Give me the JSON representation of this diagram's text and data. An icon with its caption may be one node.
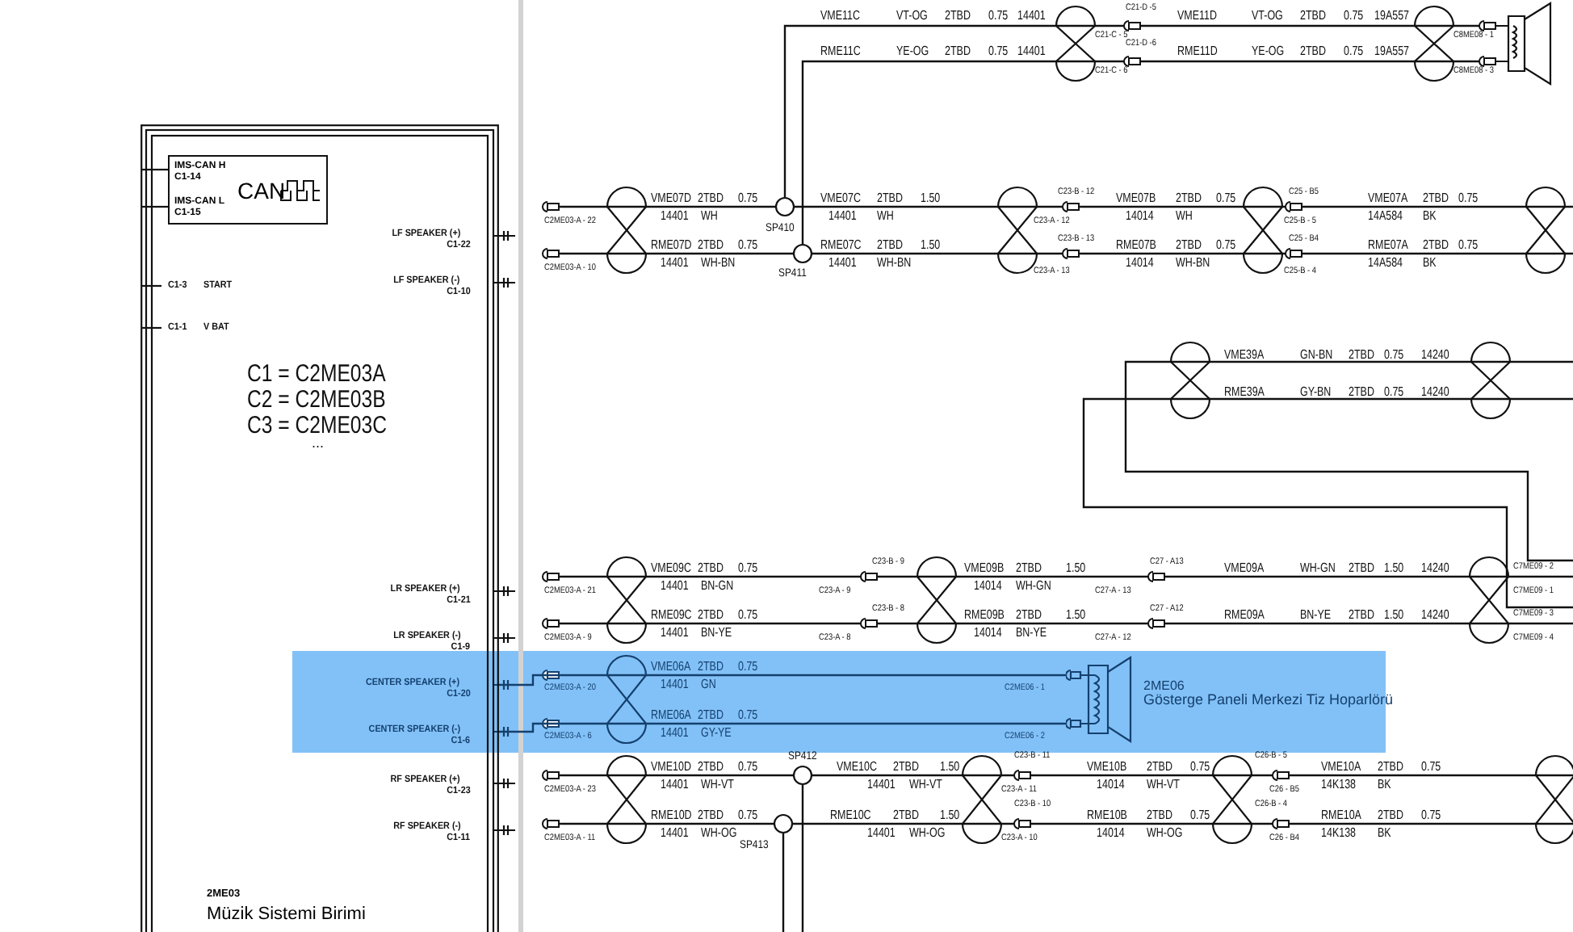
{
  "diagram": {
    "nodes": [
      {
        "text": [
          "2ME03",
          "Müzik Sistemi Birimi"
        ]
      },
      {
        "text": [
          "IMS-CAN H",
          "C1-14",
          "IMS-CAN L",
          "C1-15",
          "CAN"
        ],
        "in": 0
      },
      {
        "text": [
          "2ME06",
          "Gösterge Paneli Merkezi Tiz Hoparlörü"
        ]
      }
    ],
    "edges": [
      {
        "from": 0,
        "to": 2,
        "arrow": "none",
        "color": "#14406e"
      },
      {
        "from": 0,
        "to": 2,
        "arrow": "none",
        "color": "#14406e"
      }
    ],
    "labels": [
      "C1-3",
      "START",
      "C1-1",
      "V BAT",
      "C1 = C2ME03A",
      "C2 = C2ME03B",
      "C3 = C2ME03C",
      "...",
      "LF SPEAKER (+)",
      "C1-22",
      "LF SPEAKER (-)",
      "C1-10",
      "LR SPEAKER (+)",
      "C1-21",
      "LR SPEAKER (-)",
      "C1-9",
      "CENTER SPEAKER (+)",
      "C1-20",
      "CENTER SPEAKER (-)",
      "C1-6",
      "RF SPEAKER (+)",
      "C1-23",
      "RF SPEAKER (-)",
      "C1-11",
      "VME11C",
      "VT-OG",
      "2TBD",
      "0.75",
      "14401",
      "C21-D -5",
      "VME11D",
      "VT-OG",
      "2TBD",
      "0.75",
      "19A557",
      "C21-C - 5",
      "C8ME08 - 1",
      "RME11C",
      "YE-OG",
      "2TBD",
      "0.75",
      "14401",
      "C21-D -6",
      "RME11D",
      "YE-OG",
      "2TBD",
      "0.75",
      "19A557",
      "C21-C - 6",
      "C8ME08 - 3",
      "C23-B - 12",
      "C25 - B5",
      "VME07D",
      "2TBD",
      "0.75",
      "VME07C",
      "2TBD",
      "1.50",
      "VME07B",
      "2TBD",
      "0.75",
      "VME07A",
      "2TBD",
      "0.75",
      "14401",
      "WH",
      "14401",
      "WH",
      "14014",
      "WH",
      "14A584",
      "BK",
      "C2ME03-A - 22",
      "C23-A - 12",
      "C25-B - 5",
      "SP410",
      "C23-B - 13",
      "C25 - B4",
      "RME07D",
      "2TBD",
      "0.75",
      "RME07C",
      "2TBD",
      "1.50",
      "RME07B",
      "2TBD",
      "0.75",
      "RME07A",
      "2TBD",
      "0.75",
      "14401",
      "WH-BN",
      "14401",
      "WH-BN",
      "14014",
      "WH-BN",
      "14A584",
      "BK",
      "C2ME03-A - 10",
      "SP411",
      "C23-A - 13",
      "C25-B - 4",
      "VME39A",
      "GN-BN",
      "2TBD",
      "0.75",
      "14240",
      "RME39A",
      "GY-BN",
      "2TBD",
      "0.75",
      "14240",
      "C23-B - 9",
      "C27 - A13",
      "VME09C",
      "2TBD",
      "0.75",
      "VME09B",
      "2TBD",
      "1.50",
      "VME09A",
      "WH-GN",
      "2TBD",
      "1.50",
      "14240",
      "C7ME09 - 2",
      "14401",
      "BN-GN",
      "14014",
      "WH-GN",
      "C2ME03-A - 21",
      "C23-A - 9",
      "C27-A - 13",
      "C7ME09 - 1",
      "C23-B - 8",
      "C27 - A12",
      "RME09C",
      "2TBD",
      "0.75",
      "RME09B",
      "2TBD",
      "1.50",
      "RME09A",
      "BN-YE",
      "2TBD",
      "1.50",
      "14240",
      "C7ME09 - 3",
      "14401",
      "BN-YE",
      "14014",
      "BN-YE",
      "C2ME03-A - 9",
      "C23-A - 8",
      "C27-A - 12",
      "C7ME09 - 4",
      "VME06A",
      "2TBD",
      "0.75",
      "14401",
      "GN",
      "C2ME03-A - 20",
      "C2ME06 - 1",
      "RME06A",
      "2TBD",
      "0.75",
      "14401",
      "GY-YE",
      "C2ME03-A - 6",
      "C2ME06 - 2",
      "C23-B - 11",
      "C26-B - 5",
      "SP412",
      "VME10D",
      "2TBD",
      "0.75",
      "VME10C",
      "2TBD",
      "1.50",
      "VME10B",
      "2TBD",
      "0.75",
      "VME10A",
      "2TBD",
      "0.75",
      "14401",
      "WH-VT",
      "14401",
      "WH-VT",
      "14014",
      "WH-VT",
      "14K138",
      "BK",
      "C2ME03-A - 23",
      "C23-A - 11",
      "C26 - B5",
      "C23-B - 10",
      "C26-B - 4",
      "RME10D",
      "2TBD",
      "0.75",
      "RME10C",
      "2TBD",
      "1.50",
      "RME10B",
      "2TBD",
      "0.75",
      "RME10A",
      "2TBD",
      "0.75",
      "14401",
      "WH-OG",
      "14401",
      "WH-OG",
      "14014",
      "WH-OG",
      "14K138",
      "BK",
      "C2ME03-A - 11",
      "SP413",
      "C23-A - 10",
      "C26 - B4"
    ]
  }
}
